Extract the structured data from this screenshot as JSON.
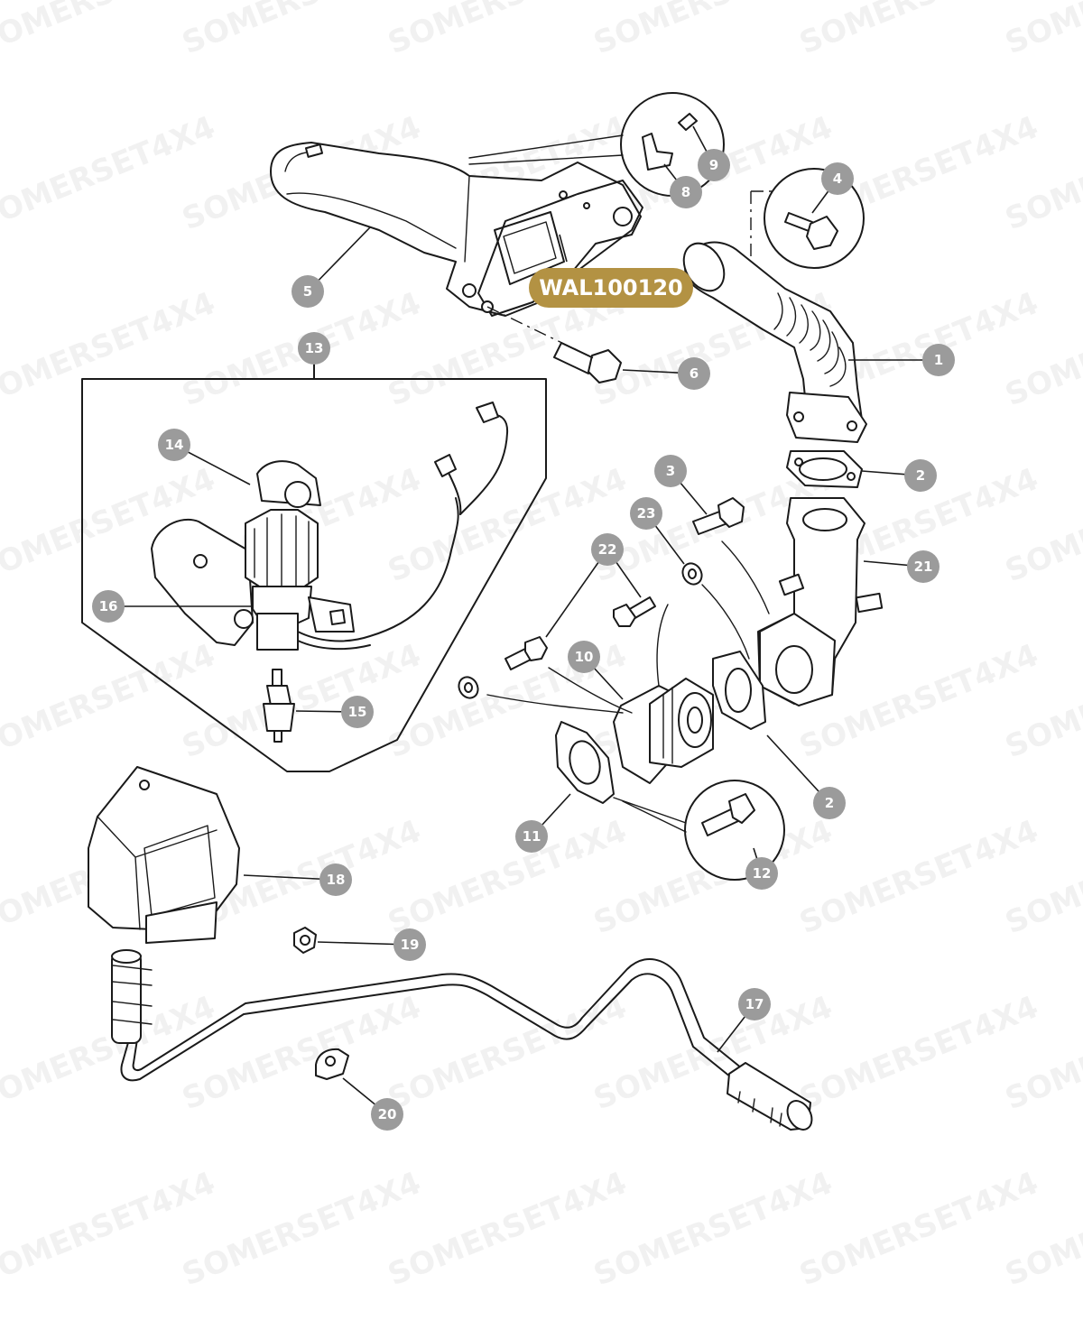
{
  "watermark": "SOMERSET4X4",
  "part_badge": "WAL100120",
  "callouts": [
    "1",
    "2",
    "2",
    "3",
    "4",
    "5",
    "6",
    "8",
    "9",
    "10",
    "11",
    "12",
    "13",
    "14",
    "15",
    "16",
    "17",
    "18",
    "19",
    "20",
    "21",
    "22",
    "23"
  ],
  "colors": {
    "callout": "#9b9b9b",
    "badge": "#b39243",
    "line": "#1a1a1a"
  }
}
